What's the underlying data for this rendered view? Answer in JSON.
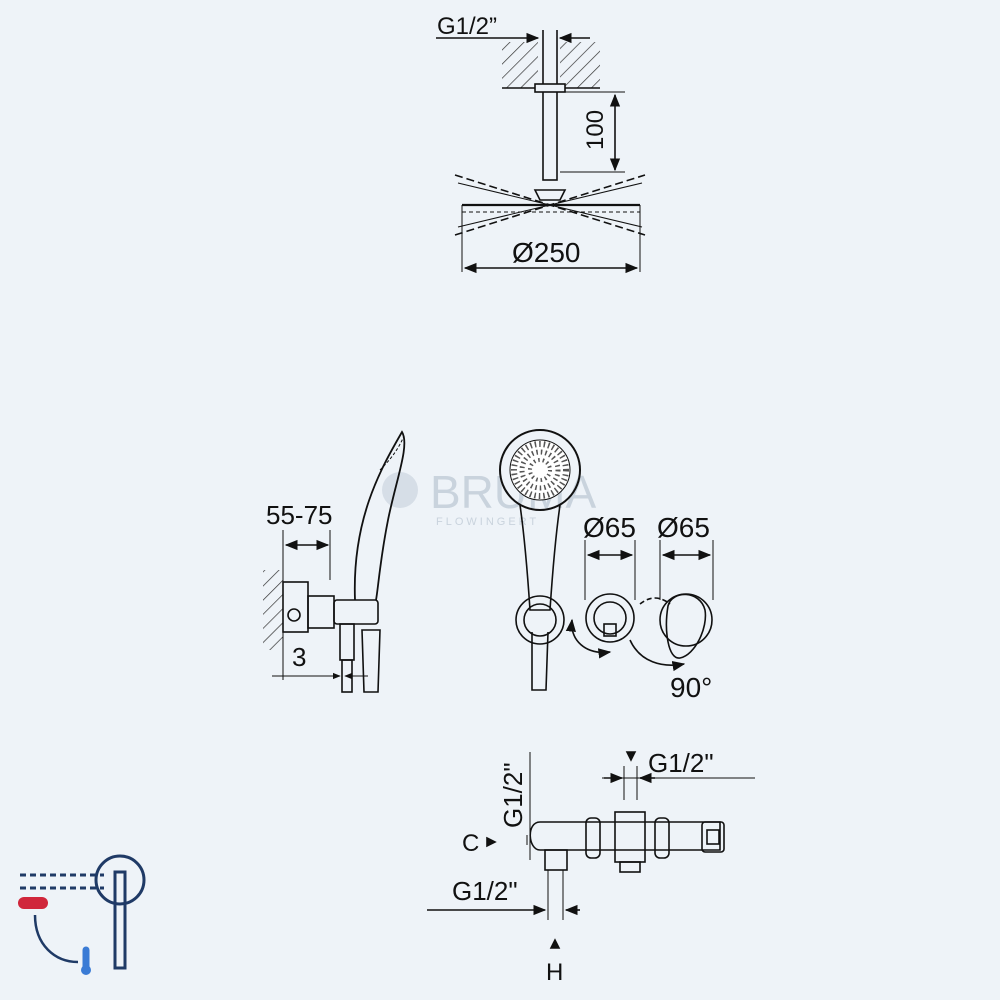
{
  "top_view": {
    "thread_label": "G1/2”",
    "arm_length_label": "100",
    "head_diameter_label": "Ø250"
  },
  "side_view": {
    "wall_depth_label": "55-75",
    "offset_label": "3"
  },
  "front_view": {
    "knob_diameter_1_label": "Ø65",
    "knob_diameter_2_label": "Ø65",
    "rotation_label": "90°"
  },
  "bottom_view": {
    "top_right_thread_label": "G1/2\"",
    "vertical_thread_label": "G1/2\"",
    "c_label": "C",
    "bottom_thread_label": "G1/2\"",
    "h_label": "H"
  },
  "watermark": {
    "brand": "BRUMA",
    "tagline": "FLOWINGERT"
  },
  "icon": {
    "name": "mixer-diagram-icon",
    "accent_color": "#1f3a66",
    "hot_color": "#d0263b"
  }
}
